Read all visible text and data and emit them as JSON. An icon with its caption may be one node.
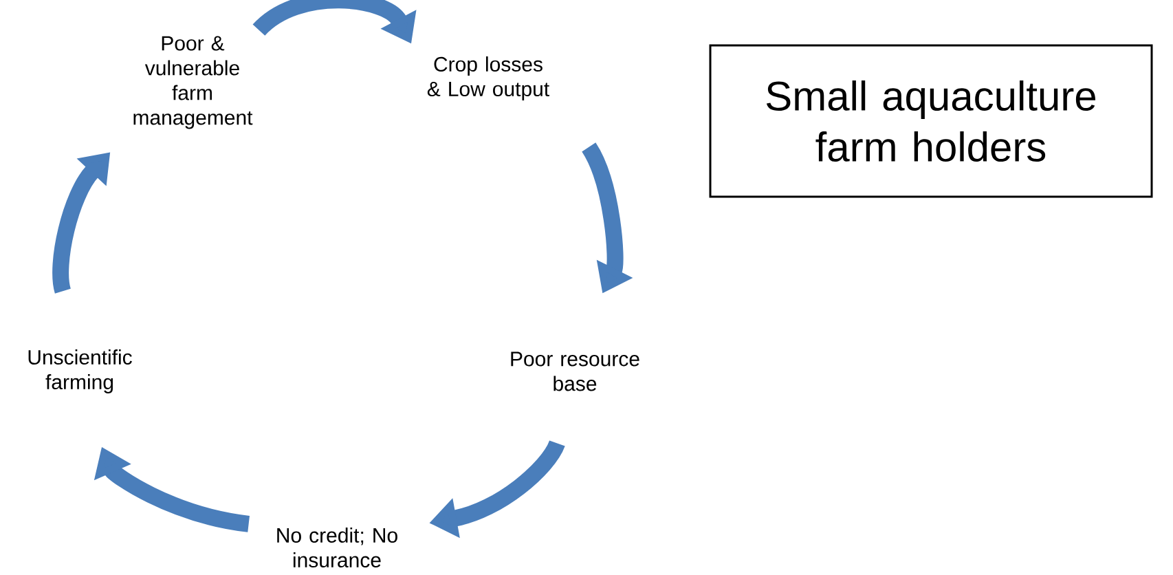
{
  "diagram": {
    "nodes": [
      {
        "text": [
          "Poor & vulnerable farm management"
        ]
      },
      {
        "text": [
          "Crop losses & Low output"
        ]
      },
      {
        "text": [
          "Poor resource base"
        ]
      },
      {
        "text": [
          "No credit; No insurance"
        ]
      },
      {
        "text": [
          "Unscientific farming"
        ]
      },
      {
        "text": [
          "Small aquaculture farm holders"
        ]
      }
    ],
    "edges": [
      {
        "from": 0,
        "to": 1,
        "arrow": "to"
      },
      {
        "from": 1,
        "to": 2,
        "arrow": "to"
      },
      {
        "from": 2,
        "to": 3,
        "arrow": "to"
      },
      {
        "from": 3,
        "to": 4,
        "arrow": "to"
      },
      {
        "from": 4,
        "to": 0,
        "arrow": "to"
      }
    ]
  }
}
